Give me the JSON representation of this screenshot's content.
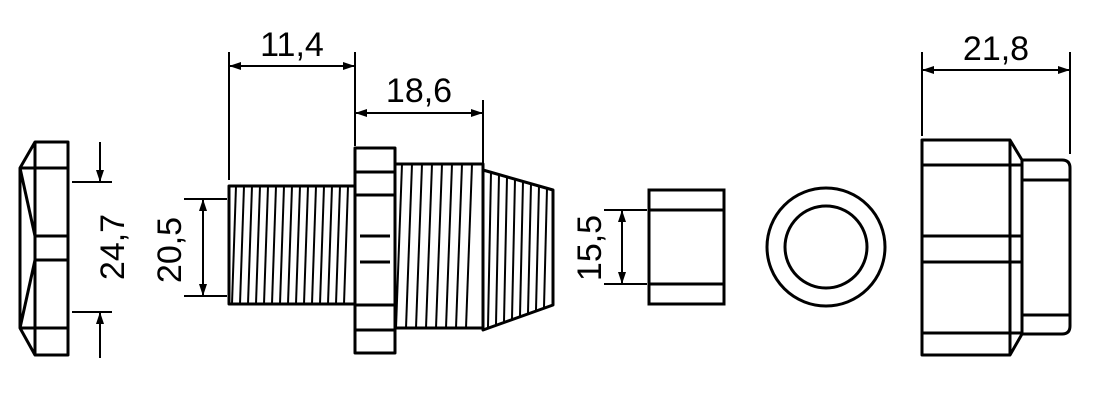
{
  "colors": {
    "stroke": "#000000",
    "background": "#ffffff"
  },
  "parts": [
    {
      "name": "locknut",
      "icon": "locknut-side-view"
    },
    {
      "name": "gland-body",
      "icon": "threaded-gland-body"
    },
    {
      "name": "seal-insert",
      "icon": "cylindrical-seal"
    },
    {
      "name": "seal-ring",
      "icon": "ring-front-view"
    },
    {
      "name": "cap-nut",
      "icon": "dome-cap-nut"
    }
  ],
  "dimensions": {
    "locknut_height": "24,7",
    "thread_diameter": "20,5",
    "thread_length": "11,4",
    "body_length": "18,6",
    "seal_diameter": "15,5",
    "cap_length": "21,8"
  }
}
